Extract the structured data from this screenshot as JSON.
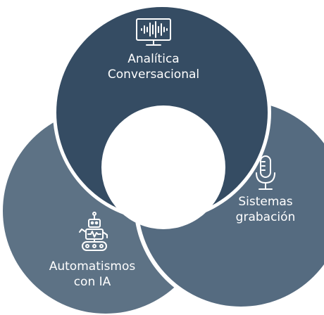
{
  "colors": {
    "top_circle": "#354c63",
    "right_circle": "#556b80",
    "left_circle": "#5d7285",
    "separator": "#ffffff",
    "text": "#ffffff"
  },
  "segments": [
    {
      "id": "analitica",
      "line1": "Analítica",
      "line2": "Conversacional",
      "icon": "monitor-waveform-icon"
    },
    {
      "id": "sistemas",
      "line1": "Sistemas",
      "line2": "grabación",
      "icon": "microphone-icon"
    },
    {
      "id": "automatismos",
      "line1": "Automatismos",
      "line2": "con IA",
      "icon": "robot-icon"
    }
  ]
}
